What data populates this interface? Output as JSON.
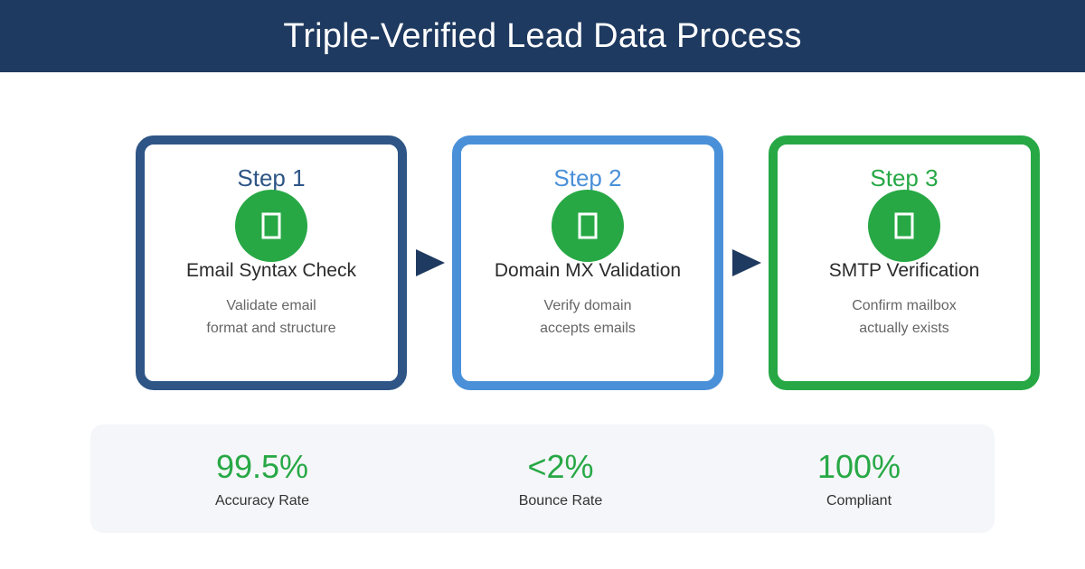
{
  "header": {
    "title": "Triple-Verified Lead Data Process"
  },
  "colors": {
    "header_bg": "#1f3a60",
    "step1": "#2e5586",
    "step2": "#4a90d9",
    "step3": "#27a845",
    "icon_bg": "#27a845",
    "arrow": "#1f3a60",
    "stat_value": "#27a845"
  },
  "steps": [
    {
      "label": "Step 1",
      "icon": "document-icon",
      "title": "Email Syntax Check",
      "desc_lines": [
        "Validate email",
        "format and structure"
      ]
    },
    {
      "label": "Step 2",
      "icon": "document-icon",
      "title": "Domain MX Validation",
      "desc_lines": [
        "Verify domain",
        "accepts emails"
      ]
    },
    {
      "label": "Step 3",
      "icon": "document-icon",
      "title": "SMTP Verification",
      "desc_lines": [
        "Confirm mailbox",
        "actually exists"
      ]
    }
  ],
  "stats": [
    {
      "value": "99.5%",
      "label": "Accuracy Rate"
    },
    {
      "value": "<2%",
      "label": "Bounce Rate"
    },
    {
      "value": "100%",
      "label": "Compliant"
    }
  ]
}
